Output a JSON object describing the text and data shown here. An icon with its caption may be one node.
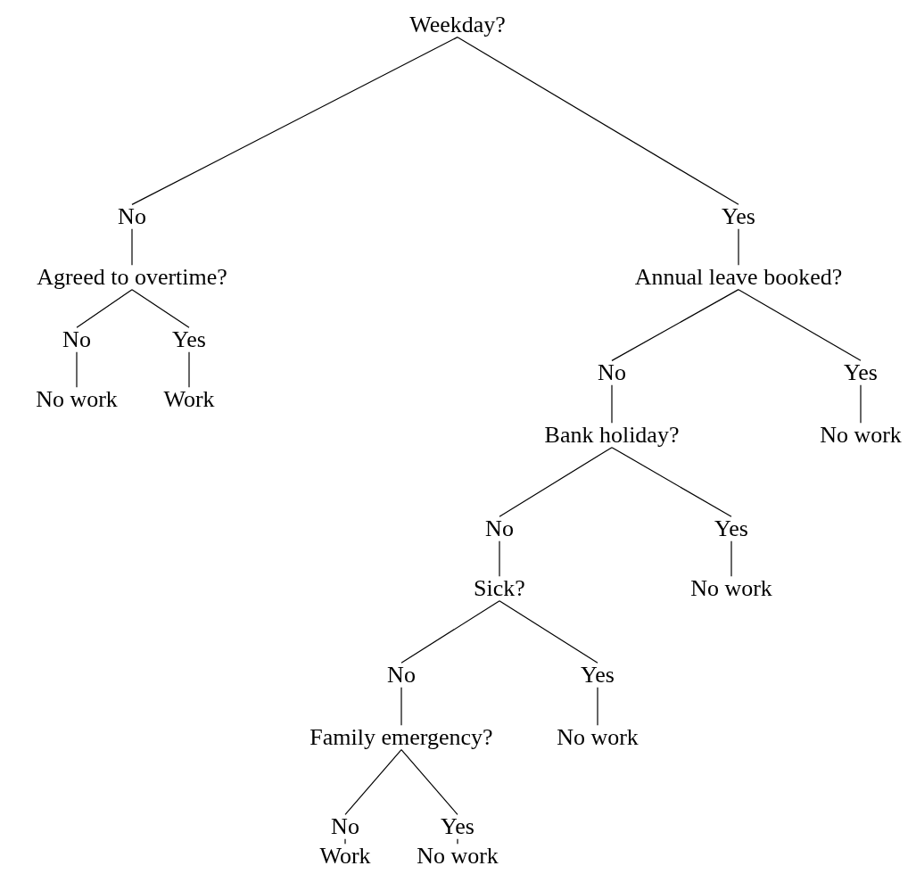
{
  "diagram": {
    "nodes": [
      {
        "text": [
          "Weekday?"
        ]
      },
      {
        "text": [
          "No"
        ]
      },
      {
        "text": [
          "Yes"
        ]
      },
      {
        "text": [
          "Agreed to overtime?"
        ]
      },
      {
        "text": [
          "Annual leave booked?"
        ]
      },
      {
        "text": [
          "No"
        ]
      },
      {
        "text": [
          "Yes"
        ]
      },
      {
        "text": [
          "No"
        ]
      },
      {
        "text": [
          "Yes"
        ]
      },
      {
        "text": [
          "No work"
        ]
      },
      {
        "text": [
          "Work"
        ]
      },
      {
        "text": [
          "Bank holiday?"
        ]
      },
      {
        "text": [
          "No work"
        ]
      },
      {
        "text": [
          "No"
        ]
      },
      {
        "text": [
          "Yes"
        ]
      },
      {
        "text": [
          "Sick?"
        ]
      },
      {
        "text": [
          "No work"
        ]
      },
      {
        "text": [
          "No"
        ]
      },
      {
        "text": [
          "Yes"
        ]
      },
      {
        "text": [
          "Family emergency?"
        ]
      },
      {
        "text": [
          "No work"
        ]
      },
      {
        "text": [
          "No"
        ]
      },
      {
        "text": [
          "Yes"
        ]
      },
      {
        "text": [
          "Work"
        ]
      },
      {
        "text": [
          "No work"
        ]
      }
    ],
    "edges": [
      {
        "from": 0,
        "to": 1,
        "arrow": "none"
      },
      {
        "from": 0,
        "to": 2,
        "arrow": "none"
      },
      {
        "from": 1,
        "to": 3,
        "arrow": "none"
      },
      {
        "from": 2,
        "to": 4,
        "arrow": "none"
      },
      {
        "from": 3,
        "to": 5,
        "arrow": "none"
      },
      {
        "from": 3,
        "to": 6,
        "arrow": "none"
      },
      {
        "from": 5,
        "to": 9,
        "arrow": "none"
      },
      {
        "from": 6,
        "to": 10,
        "arrow": "none"
      },
      {
        "from": 4,
        "to": 7,
        "arrow": "none"
      },
      {
        "from": 4,
        "to": 8,
        "arrow": "none"
      },
      {
        "from": 7,
        "to": 11,
        "arrow": "none"
      },
      {
        "from": 8,
        "to": 12,
        "arrow": "none"
      },
      {
        "from": 11,
        "to": 13,
        "arrow": "none"
      },
      {
        "from": 11,
        "to": 14,
        "arrow": "none"
      },
      {
        "from": 13,
        "to": 15,
        "arrow": "none"
      },
      {
        "from": 14,
        "to": 16,
        "arrow": "none"
      },
      {
        "from": 15,
        "to": 17,
        "arrow": "none"
      },
      {
        "from": 15,
        "to": 18,
        "arrow": "none"
      },
      {
        "from": 17,
        "to": 19,
        "arrow": "none"
      },
      {
        "from": 18,
        "to": 20,
        "arrow": "none"
      },
      {
        "from": 19,
        "to": 21,
        "arrow": "none"
      },
      {
        "from": 19,
        "to": 22,
        "arrow": "none"
      },
      {
        "from": 21,
        "to": 23,
        "arrow": "none"
      },
      {
        "from": 22,
        "to": 24,
        "arrow": "none"
      }
    ]
  }
}
